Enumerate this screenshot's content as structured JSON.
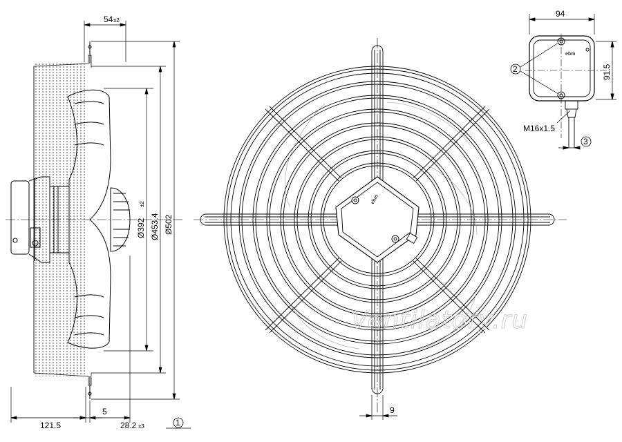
{
  "side_view": {
    "dim_width_top": "54",
    "dim_width_top_tol": "±2",
    "dim_dia_392": "Ø392",
    "dim_dia_392_tol": "±2",
    "dim_dia_453": "Ø453.4",
    "dim_dia_502": "Ø502",
    "dim_bottom_1215": "121.5",
    "dim_bottom_5": "5",
    "dim_bottom_282": "28.2",
    "dim_bottom_282_tol": "±3",
    "callout_1": "1"
  },
  "front_view": {
    "dim_9": "9",
    "hub_logo": "ebm"
  },
  "box_view": {
    "dim_94": "94",
    "dim_915": "91.5",
    "callout_2": "2",
    "callout_3": "3",
    "thread": "M16x1.5",
    "logo": "ebm"
  },
  "watermark": "Ventilatory.ru"
}
